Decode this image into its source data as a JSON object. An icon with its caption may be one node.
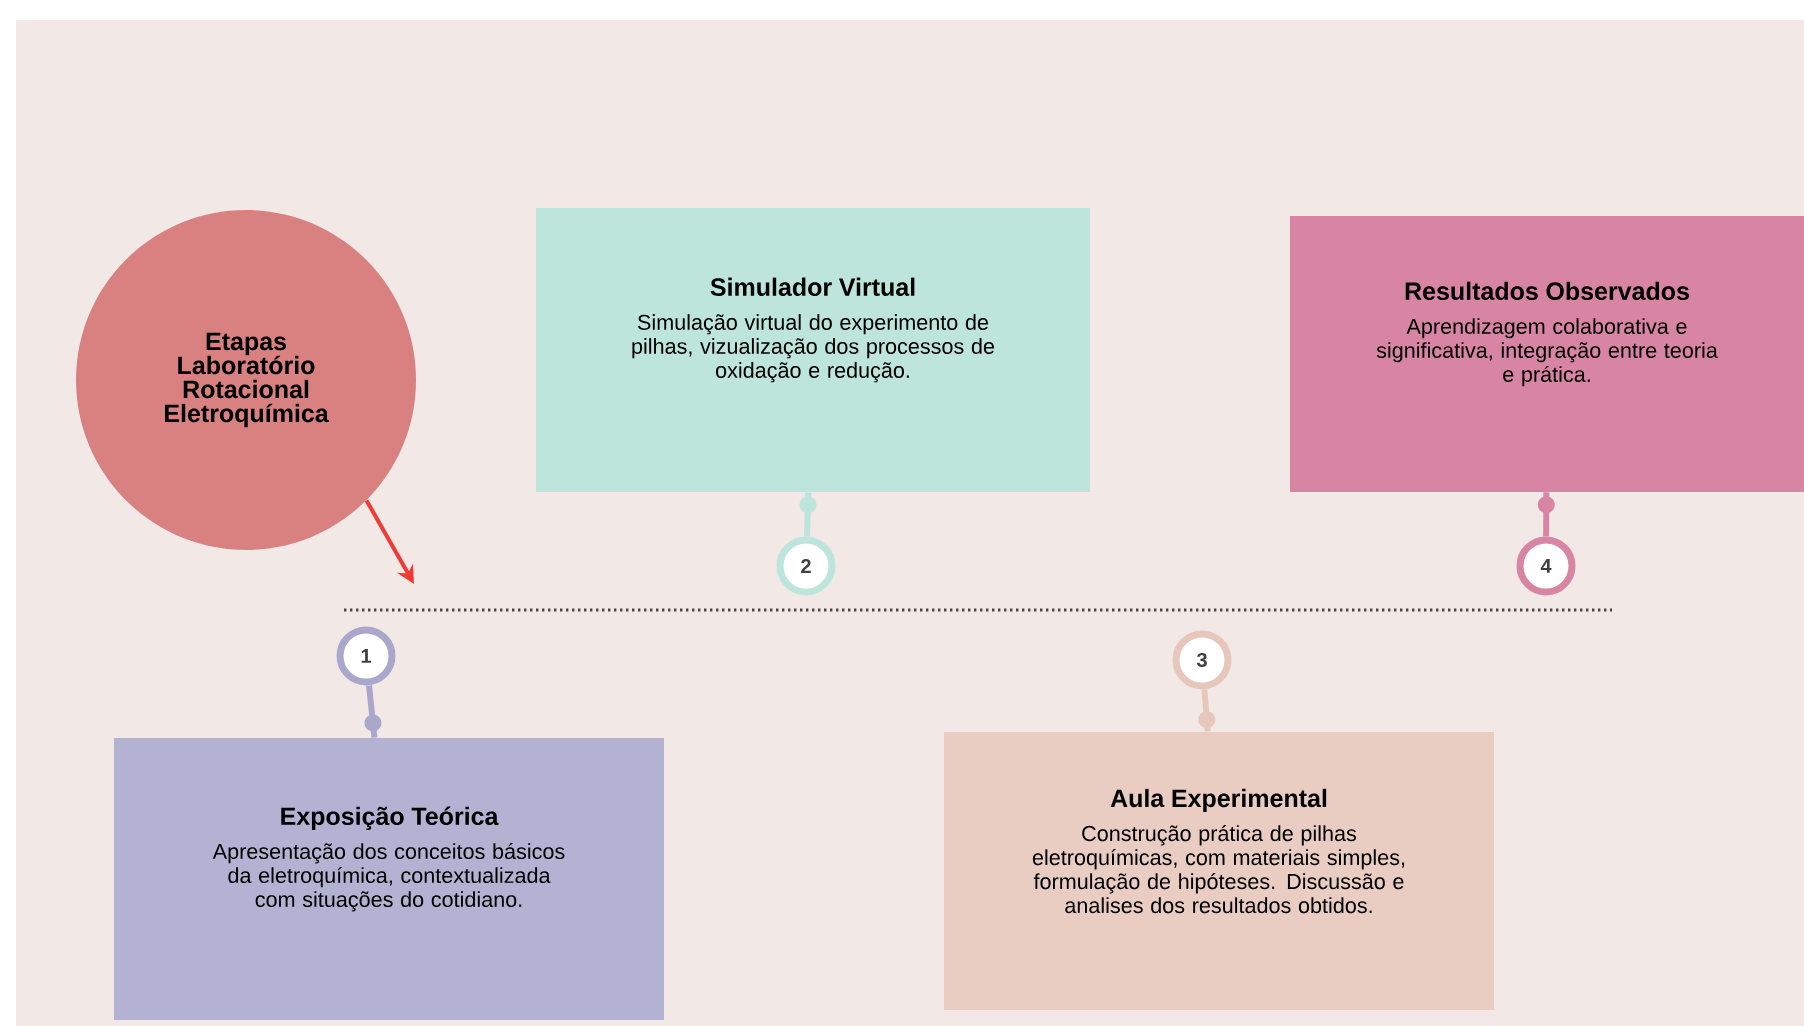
{
  "diagram": {
    "nodes": [
      {
        "text": [
          "Etapas Laboratório Rotacional Eletroquímica"
        ]
      },
      {
        "text": [
          "Simulador Virtual",
          "Simulação virtual do experimento de pilhas, vizualização dos processos de oxidação e redução."
        ]
      },
      {
        "text": [
          "2"
        ]
      },
      {
        "text": [
          "Resultados Observados",
          "Aprendizagem colaborativa e significativa,  integração entre teoria e prática."
        ]
      },
      {
        "text": [
          "4"
        ]
      },
      {
        "text": [
          "1"
        ]
      },
      {
        "text": [
          "Exposição Teórica",
          "Apresentação dos conceitos básicos da eletroquímica, contextualizada com situações do cotidiano."
        ]
      },
      {
        "text": [
          "3"
        ]
      },
      {
        "text": [
          "Aula Experimental",
          "Construção prática de pilhas eletroquímicas, com materiais simples, formulação de hipóteses. Discussão e analises dos resultados obtidos."
        ]
      }
    ],
    "edges": [
      {
        "from": 0,
        "to": null,
        "arrow": "to",
        "color": "#ee3b35"
      },
      {
        "from": 2,
        "to": 1,
        "arrow": "other",
        "color": "#bde5dc"
      },
      {
        "from": 4,
        "to": 3,
        "arrow": "other",
        "color": "#d885a4"
      },
      {
        "from": 5,
        "to": 6,
        "arrow": "other",
        "color": "#a9a8cc"
      },
      {
        "from": 7,
        "to": 8,
        "arrow": "other",
        "color": "#e7c7bb"
      }
    ]
  }
}
